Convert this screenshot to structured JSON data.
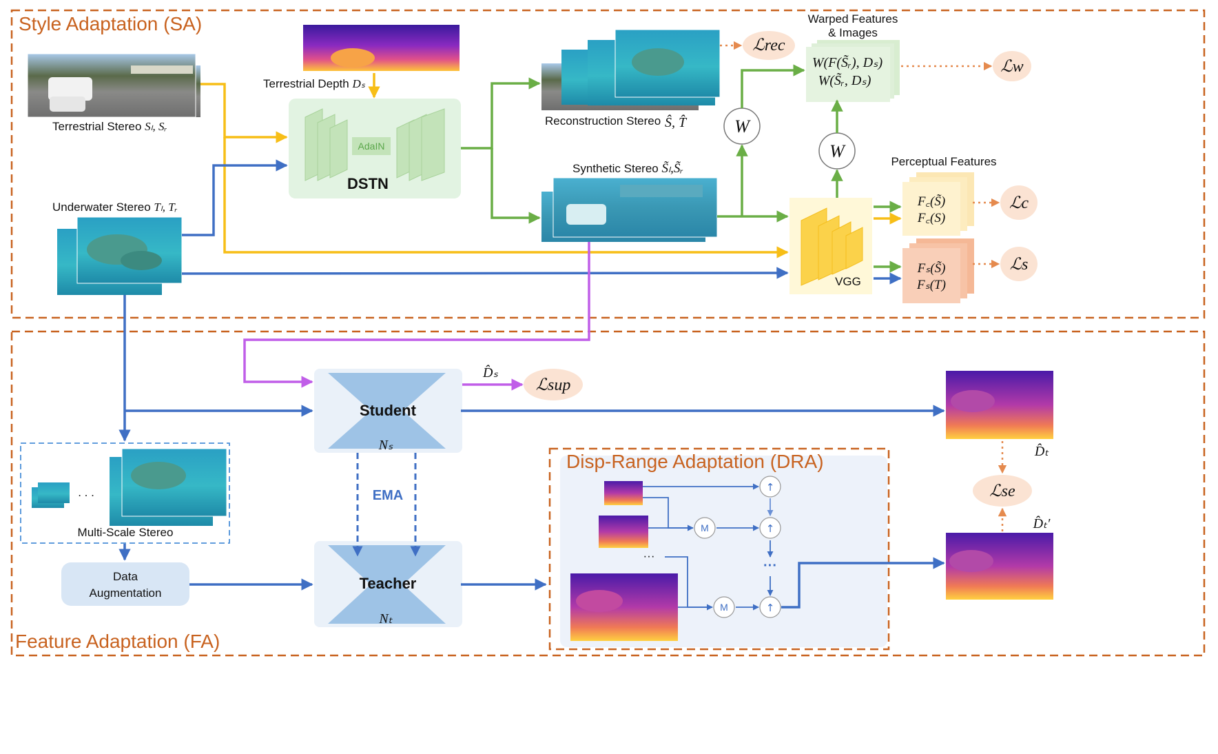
{
  "sections": {
    "sa": "Style Adaptation (SA)",
    "fa": "Feature Adaptation (FA)",
    "dra": "Disp-Range Adaptation (DRA)"
  },
  "labels": {
    "terrestrial_stereo": "Terrestrial Stereo",
    "terrestrial_stereo_sym": "Sₗ, Sᵣ",
    "terrestrial_depth": "Terrestrial Depth",
    "terrestrial_depth_sym": "Dₛ",
    "underwater_stereo": "Underwater Stereo",
    "underwater_stereo_sym": "Tₗ, Tᵣ",
    "reconstruction_stereo": "Reconstruction Stereo",
    "reconstruction_sym": "Ŝ, T̂",
    "synthetic_stereo": "Synthetic Stereo",
    "synthetic_sym": "S̃ₗ,S̃ᵣ",
    "warped_features": "Warped Features",
    "warped_images": "& Images",
    "warp_line1": "W(F(S̃ᵣ), Dₛ)",
    "warp_line2": "W(S̃ᵣ, Dₛ)",
    "perceptual_features": "Perceptual Features",
    "fc1": "F꜀(S̃)",
    "fc2": "F꜀(S)",
    "fs1": "Fₛ(S̃)",
    "fs2": "Fₛ(T)",
    "dstn": "DSTN",
    "adain": "AdaIN",
    "vgg": "VGG",
    "w": "W",
    "student": "Student",
    "student_sym": "Nₛ",
    "teacher": "Teacher",
    "teacher_sym": "Nₜ",
    "ema": "EMA",
    "ds_hat": "D̂ₛ",
    "dt_hat": "D̂ₜ",
    "dt_hat_prime": "D̂ₜ′",
    "multi_scale": "Multi-Scale Stereo",
    "dots": ". . .",
    "data_aug_1": "Data",
    "data_aug_2": "Augmentation",
    "m": "M",
    "up": "↑",
    "ellipsis": "···"
  },
  "losses": {
    "rec": "ℒrec",
    "w": "ℒw",
    "c": "ℒc",
    "s": "ℒs",
    "sup": "ℒsup",
    "se": "ℒse"
  },
  "colors": {
    "orange_dash": "#c8621f",
    "yellow": "#f7be17",
    "blue": "#3f6fc4",
    "green": "#6aae46",
    "purple": "#c05ee8",
    "loss_fill": "#fbe3d3"
  }
}
